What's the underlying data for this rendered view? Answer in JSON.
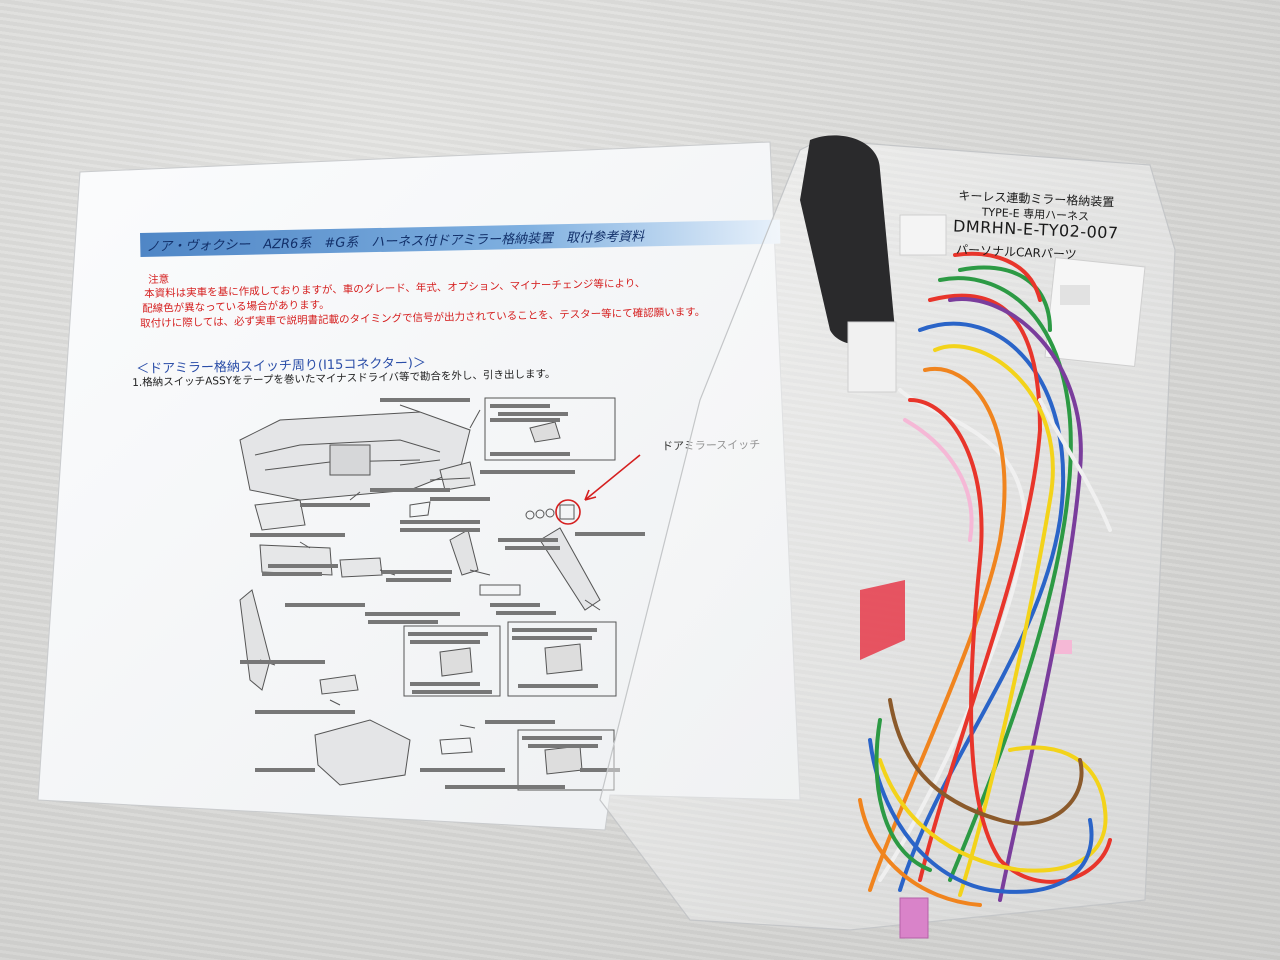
{
  "photo": {
    "description_free": true,
    "document": {
      "header": "ノア・ヴォクシー　AZR6系　#G系　ハーネス付ドアミラー格納装置　取付参考資料",
      "note_title": "注意",
      "note_lines": [
        "本資料は実車を基に作成しておりますが、車のグレード、年式、オプション、マイナーチェンジ等により、",
        "配線色が異なっている場合があります。",
        "取付けに際しては、必ず実車で説明書記載のタイミングで信号が出力されていることを、テスター等にて確認願います。"
      ],
      "section_title": "＜ドアミラー格納スイッチ周り(I15コネクター)＞",
      "step_1": "1.格納スイッチASSYをテープを巻いたマイナスドライバ等で勘合を外し、引き出します。",
      "switch_label": "ドアミラースイッチ"
    },
    "product_label": {
      "line1": "キーレス連動ミラー格納装置",
      "line2": "TYPE-E  専用ハーネス",
      "model": "DMRHN-E-TY02-007",
      "brand": "パーソナルCARパーツ"
    },
    "colors": {
      "background": "#dcdcda",
      "paper": "#f7f8fa",
      "header_bar": "#4f86c6",
      "note_text": "#d51f1f",
      "section_text": "#2b4ea8"
    }
  }
}
